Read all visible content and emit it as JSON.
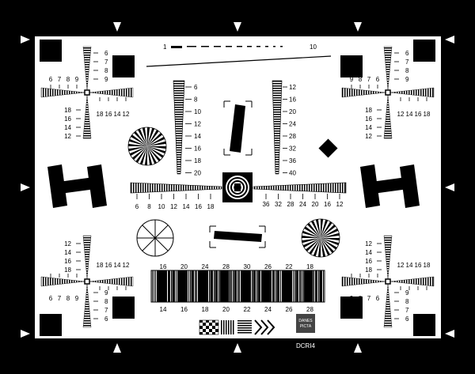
{
  "chart": {
    "model": "DCRI4",
    "logo_lines": [
      "DANES",
      "PICTA"
    ],
    "scale_labels": [
      "1",
      "10"
    ],
    "corner_h_ticks": [
      "6",
      "7",
      "8",
      "9"
    ],
    "corner_h_ticks_rev": [
      "9",
      "8",
      "7",
      "6"
    ],
    "corner_v_ticks_top": [
      "6",
      "7",
      "8",
      "9"
    ],
    "corner_v_ticks_bottom": [
      "9",
      "8",
      "7",
      "6"
    ],
    "corner_v2_ticks_top": [
      "18",
      "16",
      "14",
      "12"
    ],
    "corner_v2_ticks_bottom": [
      "12",
      "14",
      "16",
      "18"
    ],
    "corner_h2_ticks_left": [
      "18",
      "16",
      "14",
      "12"
    ],
    "corner_h2_ticks_right": [
      "12",
      "14",
      "16",
      "18"
    ],
    "vwedge_left_ticks": [
      "6",
      "8",
      "10",
      "12",
      "14",
      "16",
      "18",
      "20"
    ],
    "vwedge_right_ticks": [
      "12",
      "16",
      "20",
      "24",
      "28",
      "32",
      "36",
      "40"
    ],
    "hwedge_left_ticks": [
      "6",
      "8",
      "10",
      "12",
      "14",
      "16",
      "18"
    ],
    "hwedge_right_ticks": [
      "36",
      "32",
      "28",
      "24",
      "20",
      "16",
      "12"
    ],
    "bars_top_labels": [
      "16",
      "20",
      "24",
      "28",
      "30",
      "26",
      "22",
      "18"
    ],
    "bars_bottom_labels": [
      "14",
      "16",
      "18",
      "20",
      "22",
      "24",
      "26",
      "28"
    ]
  }
}
